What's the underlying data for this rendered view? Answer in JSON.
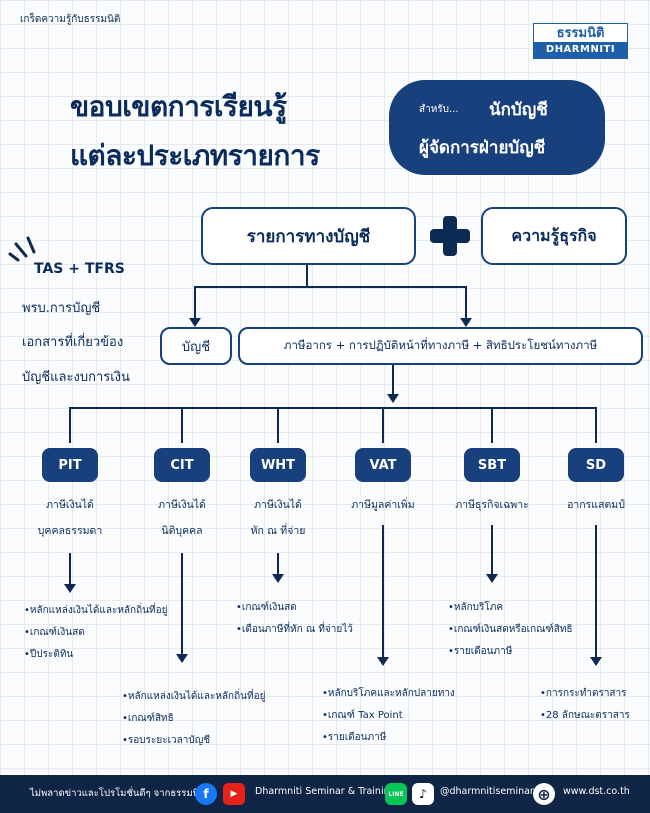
{
  "header": {
    "tag": "เกร็ดความรู้กับธรรมนิติ"
  },
  "logo": {
    "thai": "ธรรมนิติ",
    "en": "DHARMNITI"
  },
  "title": {
    "line1": "ขอบเขตการเรียนรู้",
    "line2": "แต่ละประเภทรายการ"
  },
  "audience": {
    "for_label": "สำหรับ...",
    "role1": "นักบัญชี",
    "role2": "ผู้จัดการฝ่ายบัญชี"
  },
  "top_boxes": {
    "accounting": "รายการทางบัญชี",
    "business": "ความรู้ธุรกิจ"
  },
  "left_list": [
    "TAS + TFRS",
    "พรบ.การบัญชี",
    "เอกสารที่เกี่ยวข้อง",
    "บัญชีและงบการเงิน"
  ],
  "mid_boxes": {
    "accounts": "บัญชี",
    "taxes": "ภาษีอากร + การปฏิบัติหน้าที่ทางภาษี + สิทธิประโยชน์ทางภาษี"
  },
  "taxes": [
    {
      "code": "PIT",
      "label1": "ภาษีเงินได้",
      "label2": "บุคคลธรรมดา",
      "points": [
        "หลักแหล่งเงินได้และหลักถิ่นที่อยู่",
        "เกณฑ์เงินสด",
        "ปีประติทิน"
      ]
    },
    {
      "code": "CIT",
      "label1": "ภาษีเงินได้",
      "label2": "นิติบุคคล",
      "points": [
        "หลักแหล่งเงินได้และหลักถิ่นที่อยู่",
        "เกณฑ์สิทธิ",
        "รอบระยะเวลาบัญชี"
      ]
    },
    {
      "code": "WHT",
      "label1": "ภาษีเงินได้",
      "label2": "หัก ณ ที่จ่าย",
      "points": [
        "เกณฑ์เงินสด",
        "เดือนภาษีที่หัก ณ ที่จ่ายไว้"
      ]
    },
    {
      "code": "VAT",
      "label1": "ภาษีมูลค่าเพิ่ม",
      "label2": "",
      "points": [
        "หลักบริโภคและหลักปลายทาง",
        "เกณฑ์ Tax Point",
        "รายเดือนภาษี"
      ]
    },
    {
      "code": "SBT",
      "label1": "ภาษีธุรกิจเฉพาะ",
      "label2": "",
      "points": [
        "หลักบริโภค",
        "เกณฑ์เงินสดหรือเกณฑ์สิทธิ",
        "รายเดือนภาษี"
      ]
    },
    {
      "code": "SD",
      "label1": "อากรแสตมป์",
      "label2": "",
      "points": [
        "การกระทำตราสาร",
        "28 ลักษณะตราสาร"
      ]
    }
  ],
  "footer": {
    "news": "ไม่พลาดข่าวและโปรโมชั่นดีๆ จากธรรมนิติ",
    "channel": "Dharmniti Seminar & Training",
    "handle": "@dharmnitiseminar",
    "website": "www.dst.co.th",
    "line_badge": "LINE",
    "fb_glyph": "f",
    "yt_glyph": "▶",
    "tiktok_glyph": "♪",
    "web_glyph": "⊕"
  },
  "colors": {
    "navy": "#17407c",
    "dark": "#0d2a52",
    "brand": "#1f5ea8"
  }
}
